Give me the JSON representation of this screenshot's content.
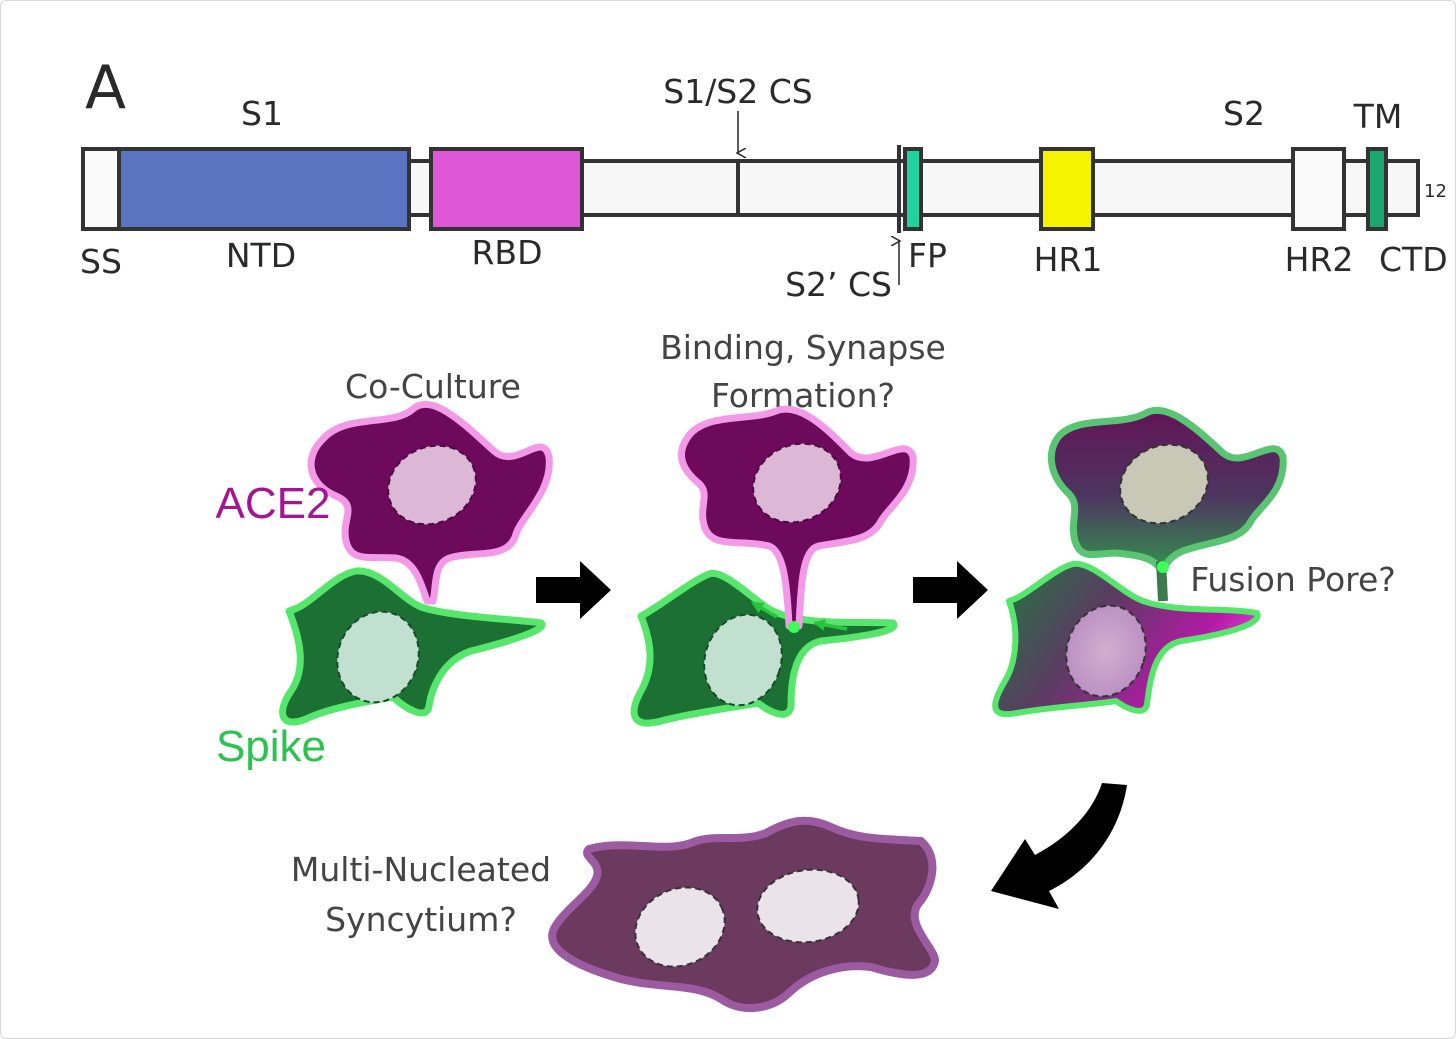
{
  "panel_label": "A",
  "domain_bar": {
    "labels": {
      "s1": "S1",
      "s2": "S2",
      "s1s2_cs": "S1/S2 CS",
      "tm": "TM",
      "length_partial": "12",
      "ss": "SS",
      "ntd": "NTD",
      "rbd": "RBD",
      "s2prime_cs": "S2’ CS",
      "fp": "FP",
      "hr1": "HR1",
      "hr2": "HR2",
      "ctd": "CTD"
    },
    "colors": {
      "backbone": "#f7f7f7",
      "outline": "#333333",
      "ntd": "#5a74c2",
      "rbd": "#dd56d6",
      "fp": "#20d2a0",
      "hr1": "#f6f300",
      "tm": "#1ca672",
      "plain": "#fafafa"
    }
  },
  "schematic": {
    "steps": {
      "coculture": "Co-Culture",
      "binding_line1": "Binding, Synapse",
      "binding_line2": "Formation?",
      "fusion_pore": "Fusion Pore?",
      "syncytium_line1": "Multi-Nucleated",
      "syncytium_line2": "Syncytium?"
    },
    "cell_labels": {
      "ace2": "ACE2",
      "spike": "Spike"
    },
    "colors": {
      "ace2_cell": "#6d0a5c",
      "ace2_glow": "#f29ae8",
      "spike_cell": "#1d7034",
      "spike_glow": "#56e66c",
      "nucleus_ace2": "#dcb8d6",
      "nucleus_spike": "#c2e0cf",
      "syncytium_cell": "#6b3a5e",
      "syncytium_glow": "#9c5aa0",
      "syncytium_nucleus": "#ebe3ea",
      "ace2_text": "#a21594",
      "spike_text": "#2bc34f",
      "arrow": "#000000"
    }
  }
}
